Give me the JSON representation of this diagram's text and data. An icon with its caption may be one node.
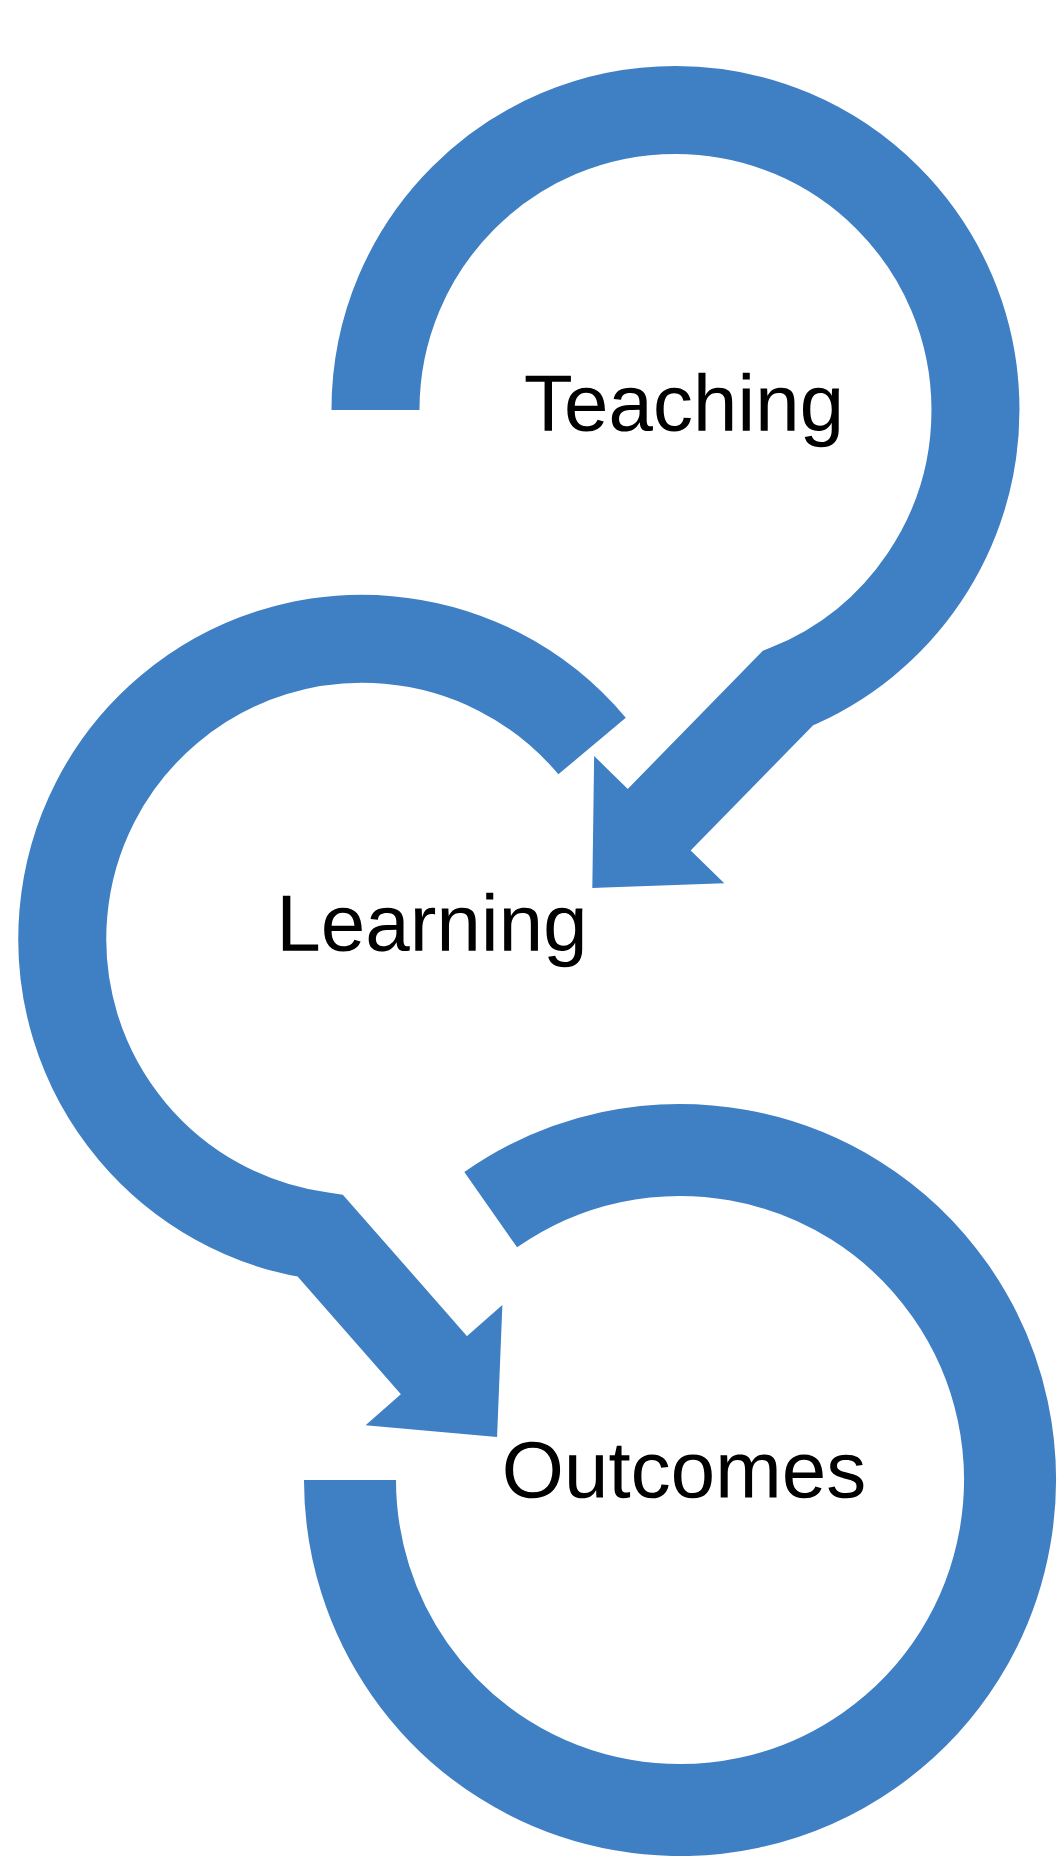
{
  "diagram": {
    "nodes": [
      {
        "text": [
          "Teaching"
        ]
      },
      {
        "text": [
          "Learning"
        ]
      },
      {
        "text": [
          "Outcomes"
        ]
      }
    ],
    "edges": [
      {
        "from": 0,
        "to": 1,
        "arrow": "to"
      },
      {
        "from": 1,
        "to": 2,
        "arrow": "to"
      }
    ]
  }
}
